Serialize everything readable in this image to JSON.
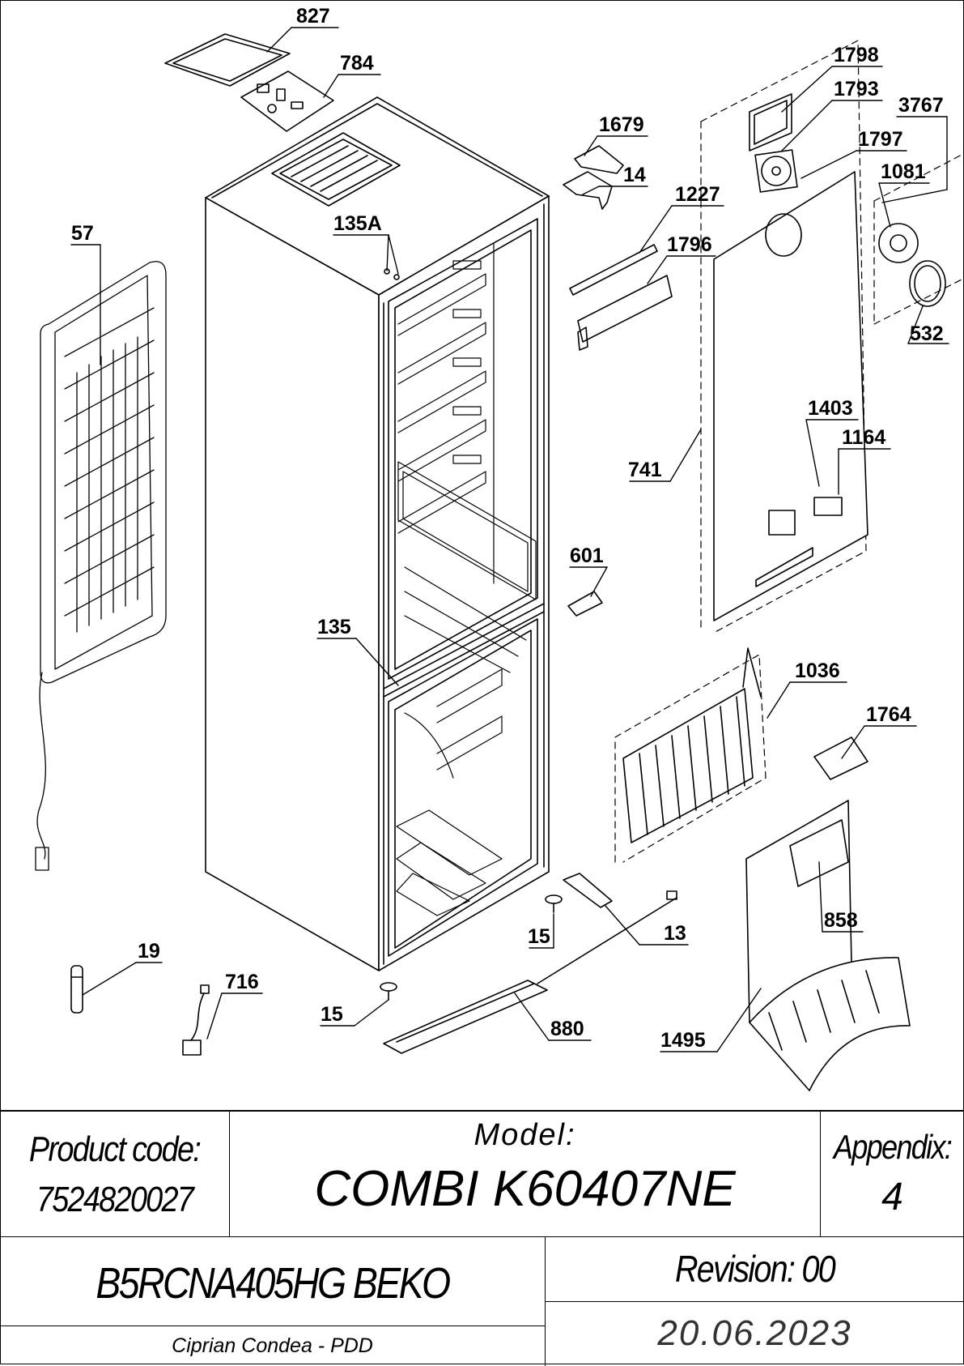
{
  "labels": {
    "p827": "827",
    "p784": "784",
    "p1798": "1798",
    "p1793": "1793",
    "p3767": "3767",
    "p1679": "1679",
    "p1797": "1797",
    "p14": "14",
    "p1081": "1081",
    "p1227": "1227",
    "p57": "57",
    "p135A": "135A",
    "p1796": "1796",
    "p532": "532",
    "p1403": "1403",
    "p1164": "1164",
    "p741": "741",
    "p601": "601",
    "p135": "135",
    "p1036": "1036",
    "p1764": "1764",
    "p858": "858",
    "p15a": "15",
    "p13": "13",
    "p19": "19",
    "p716": "716",
    "p15b": "15",
    "p880": "880",
    "p1495": "1495"
  },
  "title_block": {
    "product_code_label": "Product code:",
    "product_code": "7524820027",
    "model_label": "Model:",
    "model": "COMBI K60407NE",
    "appendix_label": "Appendix:",
    "appendix": "4",
    "name": "B5RCNA405HG BEKO",
    "revision": "Revision: 00",
    "author": "Ciprian Condea - PDD",
    "date": "20.06.2023"
  }
}
